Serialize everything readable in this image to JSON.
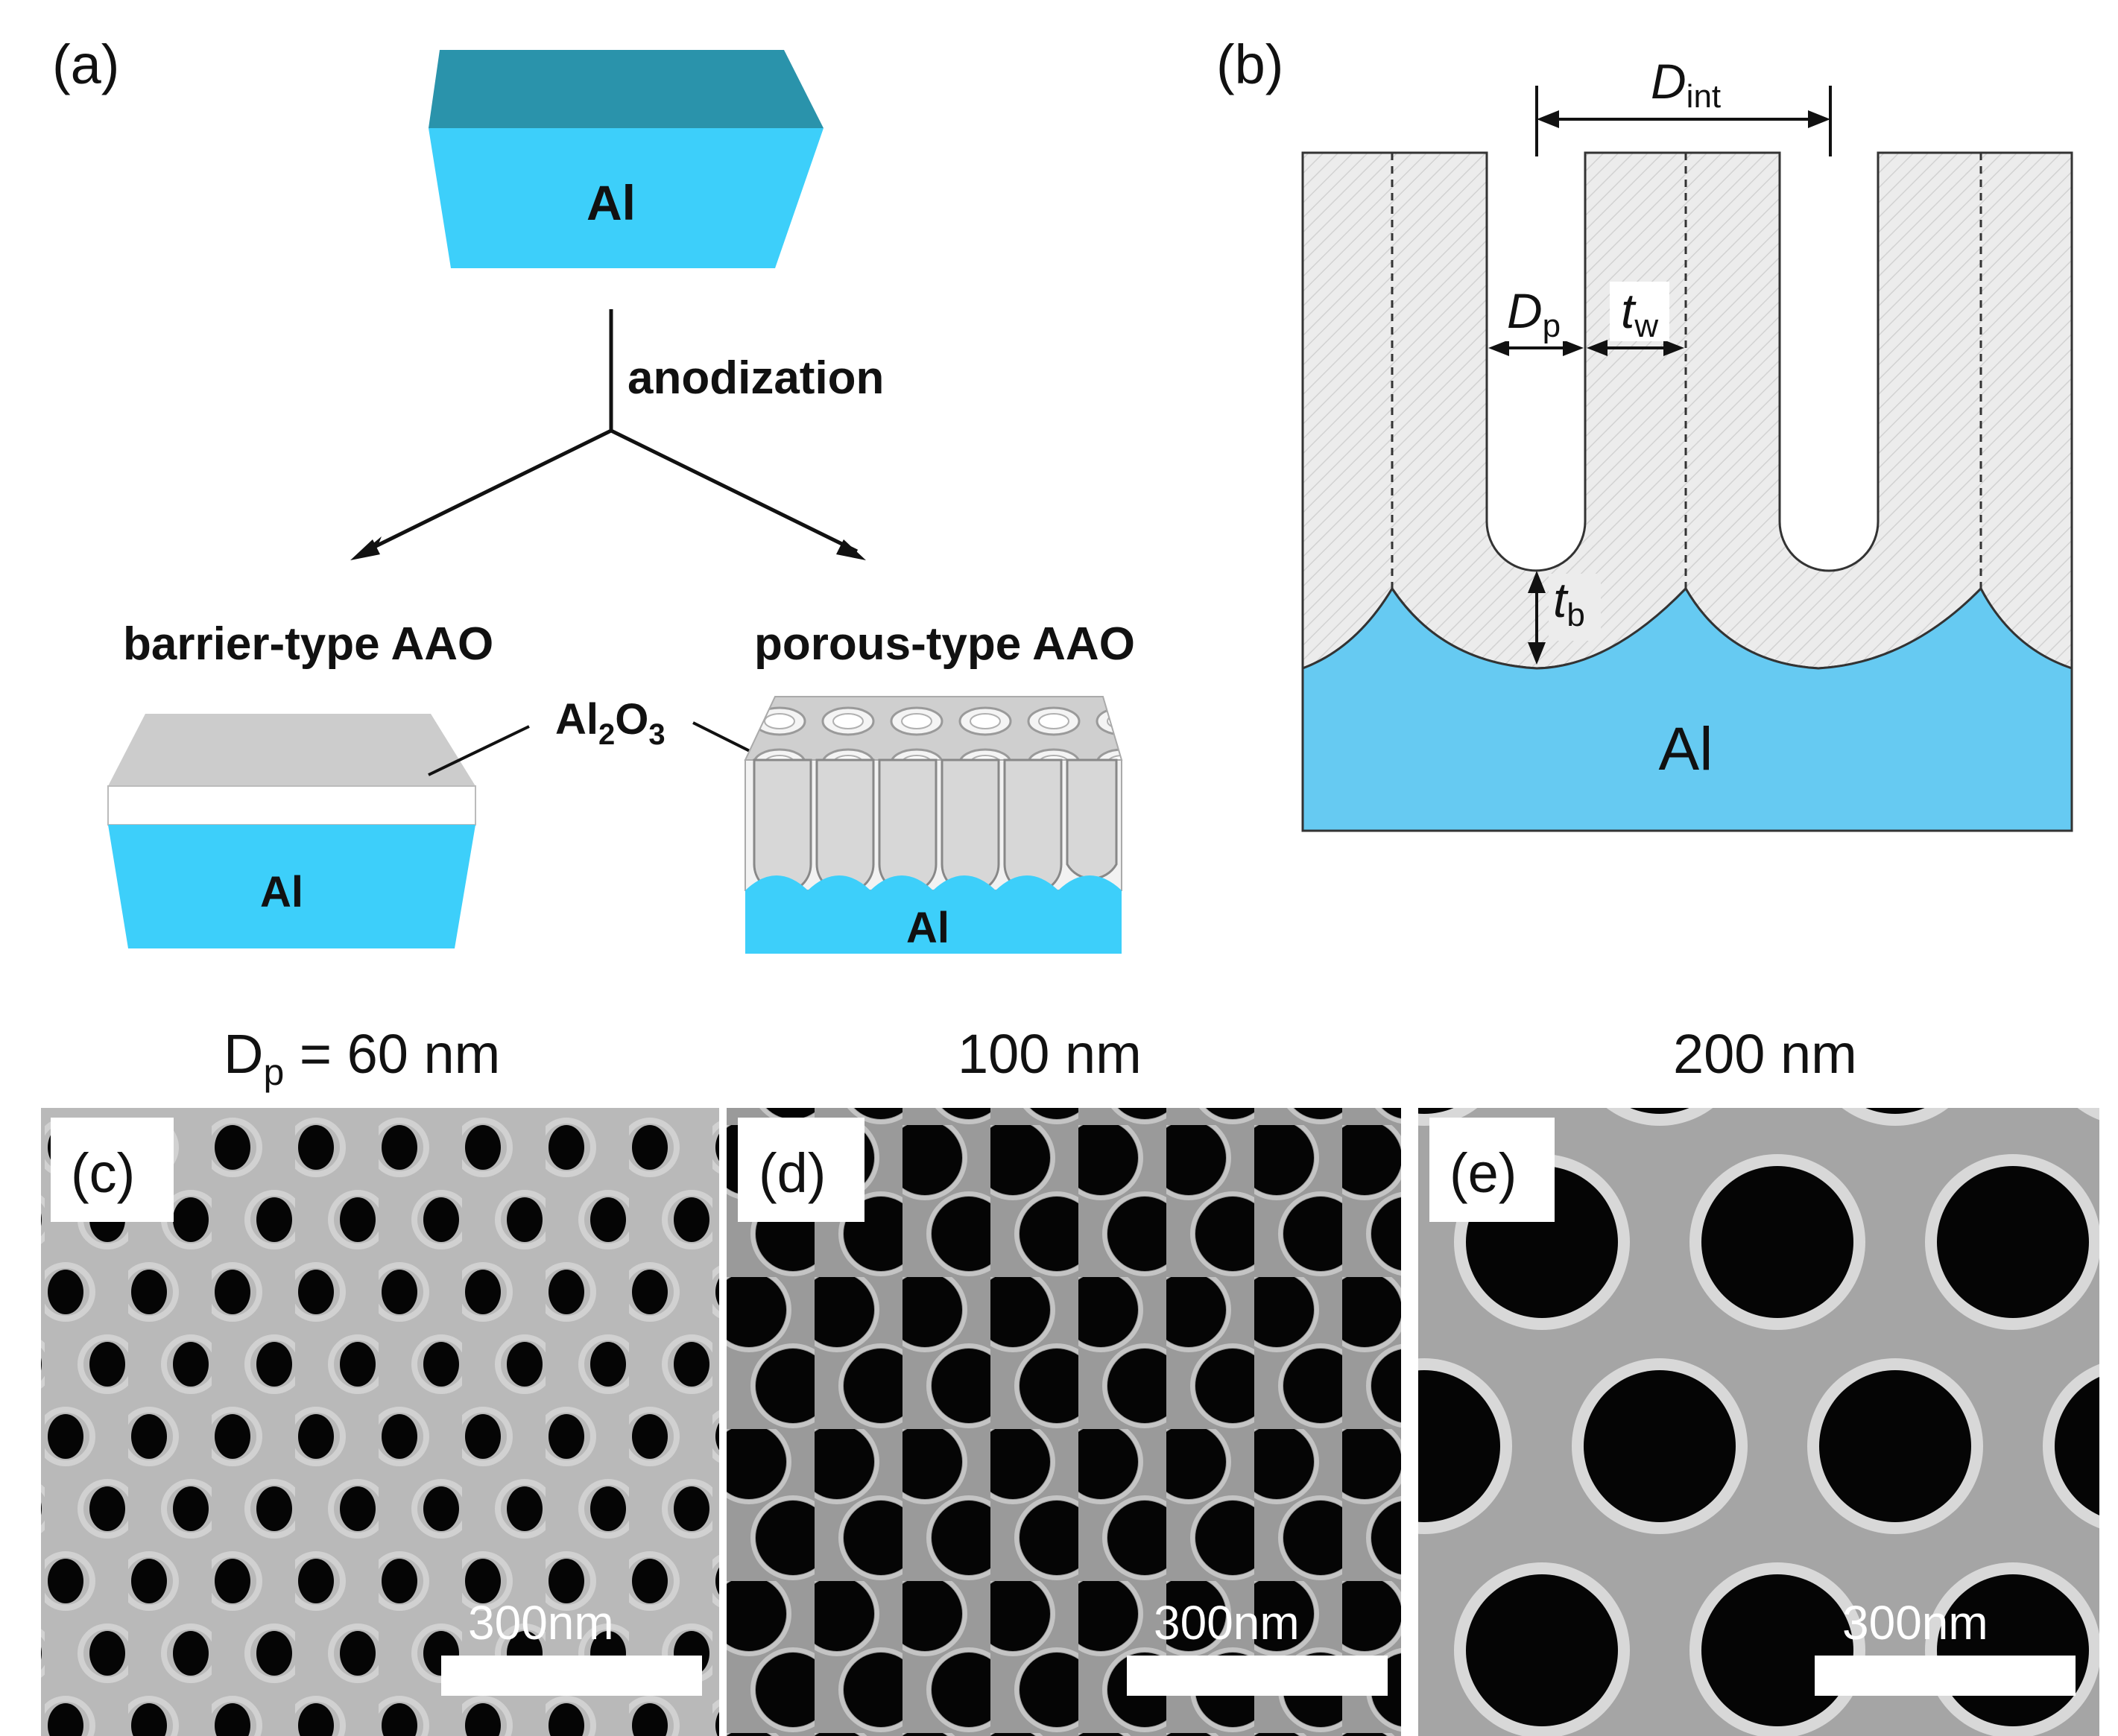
{
  "panel_a": {
    "label": "(a)",
    "top_block_label": "Al",
    "process_label": "anodization",
    "barrier_title": "barrier-type AAO",
    "porous_title": "porous-type AAO",
    "oxide_label_main": "Al",
    "oxide_sub1": "2",
    "oxide_mid": "O",
    "oxide_sub2": "3",
    "barrier_al_label": "Al",
    "porous_al_label": "Al"
  },
  "panel_b": {
    "label": "(b)",
    "dint_main": "D",
    "dint_sub": "int",
    "dp_main": "D",
    "dp_sub": "p",
    "tw_main": "t",
    "tw_sub": "w",
    "tb_main": "t",
    "tb_sub": "b",
    "al_label": "Al"
  },
  "sem": {
    "titles": [
      "D",
      "p",
      " = 60 nm",
      "100 nm",
      "200 nm"
    ],
    "panels": [
      {
        "label": "(c)",
        "scale": "300nm"
      },
      {
        "label": "(d)",
        "scale": "300nm"
      },
      {
        "label": "(e)",
        "scale": "300nm"
      }
    ]
  },
  "colors": {
    "al_blue": "#3dcffa",
    "al_top": "#2a93ab",
    "al_b_panel": "#66caf2",
    "oxide_gray": "#cccccc",
    "hatch_gray": "#e6e6e6"
  }
}
